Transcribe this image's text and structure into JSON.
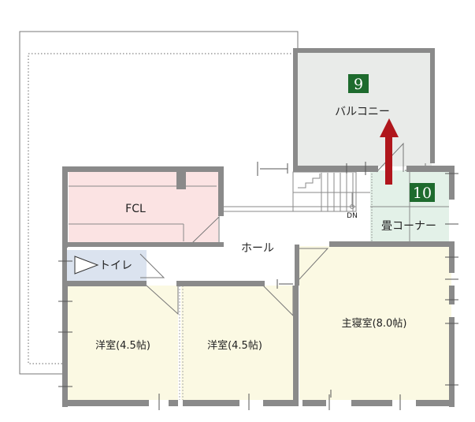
{
  "rooms": {
    "balcony": {
      "label": "バルコニー",
      "marker": "9"
    },
    "fcl": {
      "label": "FCL"
    },
    "hall": {
      "label": "ホール"
    },
    "toilet": {
      "label": "トイレ"
    },
    "tatami_corner": {
      "label": "畳コーナー",
      "marker": "10"
    },
    "western_room_1": {
      "label": "洋室(4.5帖)"
    },
    "western_room_2": {
      "label": "洋室(4.5帖)"
    },
    "master_bedroom": {
      "label": "主寝室(8.0帖)"
    }
  },
  "stairs": {
    "direction_label": "DN"
  },
  "colors": {
    "wall": "#8a8a8a",
    "fcl_fill": "#fbe3e3",
    "room_fill": "#fbf9e3",
    "balcony_fill": "#e9ebe9",
    "tatami_fill": "#e3f1e8",
    "toilet_fill": "#dbe3ef",
    "marker_fill": "#1e6b2e",
    "arrow": "#b0161c"
  }
}
